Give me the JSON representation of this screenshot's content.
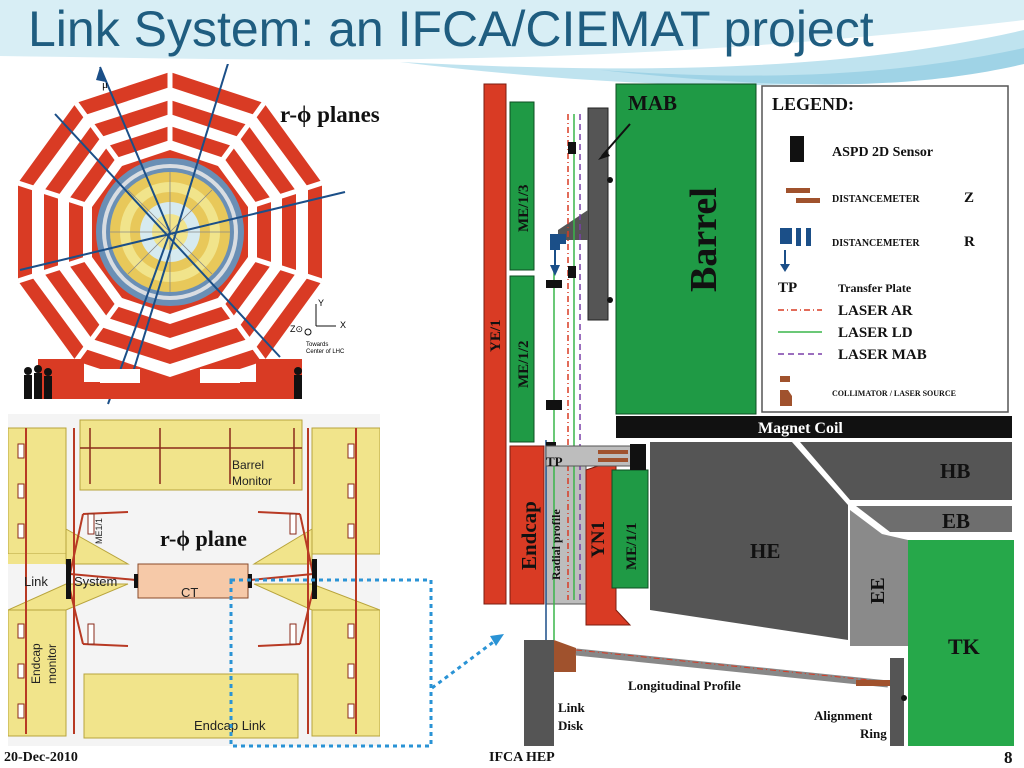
{
  "slide": {
    "title": "Link System: an IFCA/CIEMAT project",
    "date": "20-Dec-2010",
    "org": "IFCA HEP",
    "page": "8"
  },
  "colors": {
    "title": "#1f5d80",
    "barrel_green": "#1f9a45",
    "muon_red": "#d93b24",
    "yoke_dark": "#555555",
    "detector_yellow": "#f1e48b",
    "dashed_box": "#2a93d5"
  },
  "top_left": {
    "label": "r-ϕ planes",
    "axis_mu": "μ",
    "axis_y": "Y",
    "axis_x": "X",
    "axis_z": "Z⊙",
    "towards": "Towards",
    "center_of_lhc": "Center of LHC"
  },
  "bottom_left": {
    "label": "r-ϕ plane",
    "barrel_monitor": [
      "Barrel",
      "Monitor"
    ],
    "me11": "ME1/1",
    "link": "Link",
    "system": "System",
    "ct": "CT",
    "endcap_monitor": [
      "Endcap",
      "monitor"
    ],
    "endcap_link": "Endcap Link"
  },
  "right": {
    "ye1": "YE/1",
    "me13": "ME/1/3",
    "me12": "ME/1/2",
    "me11": "ME/1/1",
    "endcap": "Endcap",
    "radial_profile": "Radial profile",
    "tp": "TP",
    "yn1": "YN1",
    "mab": "MAB",
    "barrel": "Barrel",
    "magnet_coil": "Magnet Coil",
    "hb": "HB",
    "eb": "EB",
    "he": "HE",
    "ee": "EE",
    "tk": "TK",
    "link_disk": [
      "Link",
      "Disk"
    ],
    "longitudinal_profile": "Longitudinal Profile",
    "alignment_ring": [
      "Alignment",
      "Ring"
    ]
  },
  "legend": {
    "title": "LEGEND:",
    "sensor": "ASPD 2D Sensor",
    "dist_z": "DISTANCEMETER",
    "dist_z_axis": "Z",
    "dist_r": "DISTANCEMETER",
    "dist_r_axis": "R",
    "tp": "TP",
    "transfer_plate": "Transfer Plate",
    "laser_ar": "LASER AR",
    "laser_ld": "LASER LD",
    "laser_mab": "LASER MAB",
    "collimator": "COLLIMATOR / LASER SOURCE"
  }
}
